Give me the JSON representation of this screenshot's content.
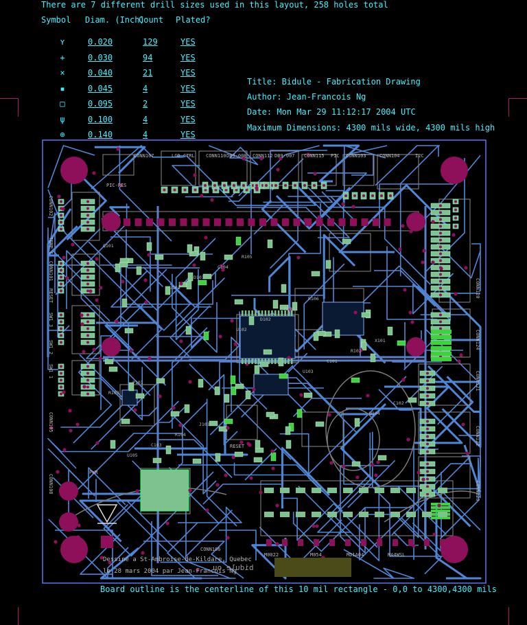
{
  "header": {
    "summary": "There are 7 different drill sizes used in this layout, 258 holes total",
    "col_symbol": "Symbol",
    "col_diam": "Diam. (Inch)",
    "col_count": "Count",
    "col_plated": "Plated?"
  },
  "drills": [
    {
      "symbol": "ʏ",
      "diam": "0.020",
      "count": "129",
      "plated": "YES"
    },
    {
      "symbol": "+",
      "diam": "0.030",
      "count": "94",
      "plated": "YES"
    },
    {
      "symbol": "×",
      "diam": "0.040",
      "count": "21",
      "plated": "YES"
    },
    {
      "symbol": "▪",
      "diam": "0.045",
      "count": "4",
      "plated": "YES"
    },
    {
      "symbol": "□",
      "diam": "0.095",
      "count": "2",
      "plated": "YES"
    },
    {
      "symbol": "ψ",
      "diam": "0.100",
      "count": "4",
      "plated": "YES"
    },
    {
      "symbol": "⊕",
      "diam": "0.140",
      "count": "4",
      "plated": "YES"
    }
  ],
  "titleblock": {
    "title": "Title: Bidule - Fabrication Drawing",
    "author": "Author: Jean-Francois Ng",
    "date": "Date: Mon Mar 29 11:12:17 2004 UTC",
    "dims": "Maximum Dimensions: 4300 mils wide, 4300 mils high"
  },
  "footer": "Board outline is the centerline of this 10 mil rectangle - 0,0 to 4300,4300 mils",
  "silk": {
    "credit1": "Dessine a St-Ambroise-de-Kildare, Quebec",
    "credit2": "le 28 mars 2004  par Jean-Francois Ng",
    "title_mirror": "bidule ou"
  },
  "labels": {
    "top": [
      "CONN107",
      "LCD CTRL",
      "CONN110",
      "DB9-008",
      "CONN112",
      "DB9-007",
      "CONN115",
      "PIC",
      "CONN103",
      "CONN104",
      "I2C"
    ],
    "left": [
      "CONN102",
      "TEMP C",
      "CONN101",
      "RESET",
      "SW1 3",
      "SW1 2",
      "SW1 1",
      "CONN105",
      "CONN108"
    ],
    "right": [
      "CONN120",
      "CONN124",
      "CONN121",
      "CONN122",
      "CONN123"
    ],
    "parts": [
      "Q101",
      "U101",
      "U102",
      "U103",
      "U104",
      "U105",
      "D101",
      "D102",
      "C101",
      "C102",
      "C103",
      "C104",
      "R101",
      "R102",
      "R103",
      "R104",
      "R105",
      "R106",
      "X101",
      "P101",
      "J101"
    ],
    "bottom": [
      "CONN106",
      "M0022",
      "M054",
      "MD1A04",
      "MA4WSL"
    ],
    "misc": [
      "PWR",
      "RESET",
      "PIC-RES"
    ]
  },
  "colors": {
    "text": "#3ff0ff",
    "trace": "#4f87d8",
    "pad": "#7ec38f",
    "pad_green": "#3fd23f",
    "hole": "#8e0f5a",
    "outline": "#5577ee",
    "silk": "#b8b8b8",
    "yellow_block": "#4b4b1a"
  }
}
